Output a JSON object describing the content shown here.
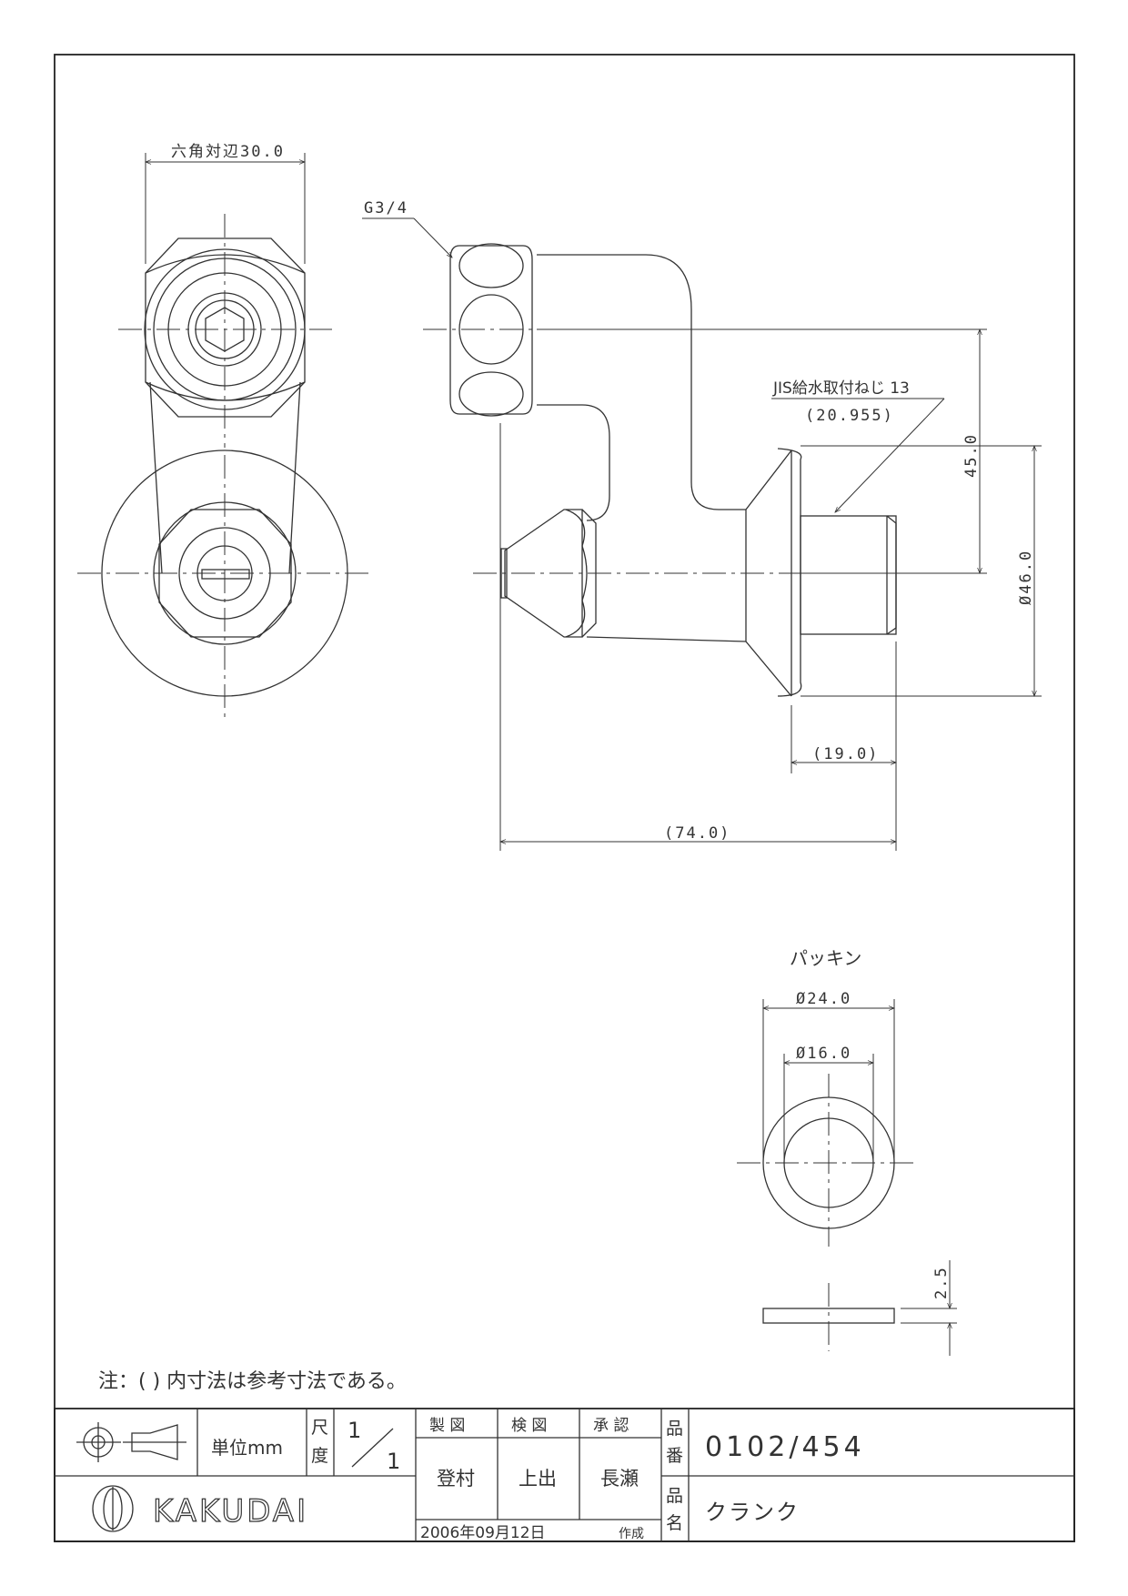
{
  "dimensions": {
    "hex_across_flats": "六角対辺30.0",
    "thread_g": "G3/4",
    "jis_thread": "JIS給水取付ねじ 13",
    "jis_thread_dia": "(20.955)",
    "offset": "45.0",
    "flange_dia": "Ø46.0",
    "thread_length": "(19.0)",
    "overall_length": "(74.0)",
    "packing_outer": "Ø24.0",
    "packing_inner": "Ø16.0",
    "packing_thickness": "2.5"
  },
  "packing_title": "パッキン",
  "note": "注：(  ) 内寸法は参考寸法である。",
  "title_block": {
    "unit": "単位mm",
    "scale_label_1": "尺",
    "scale_label_2": "度",
    "scale_num": "1",
    "scale_den": "1",
    "drawn_header": "製 図",
    "checked_header": "検 図",
    "approved_header": "承 認",
    "drawn_by": "登村",
    "checked_by": "上出",
    "approved_by": "長瀬",
    "part_no_label_1": "品",
    "part_no_label_2": "番",
    "part_no": "0102/454",
    "part_name_label_1": "品",
    "part_name_label_2": "名",
    "part_name": "クランク",
    "date": "2006年09月12日",
    "created": "作成",
    "company": "KAKUDAI"
  }
}
